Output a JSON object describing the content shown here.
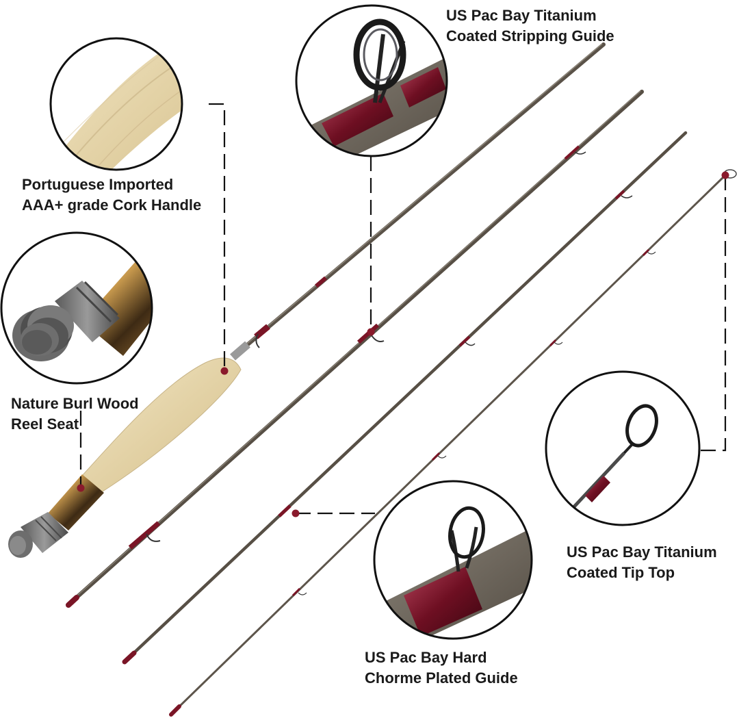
{
  "labels": {
    "cork_handle": {
      "line1": "Portuguese Imported",
      "line2": "AAA+ grade Cork Handle"
    },
    "reel_seat": {
      "line1": "Nature Burl Wood",
      "line2": "Reel Seat"
    },
    "stripping_guide": {
      "line1": "US Pac Bay Titanium",
      "line2": "Coated Stripping Guide"
    },
    "tip_top": {
      "line1": "US Pac Bay Titanium",
      "line2": "Coated Tip Top"
    },
    "hard_guide": {
      "line1": "US Pac Bay Hard",
      "line2": "Chorme Plated Guide"
    }
  },
  "colors": {
    "blank": "#5a5248",
    "cork": "#e6d6b0",
    "thread": "#7a1526",
    "leader": "#111111",
    "circle_stroke": "#111111"
  }
}
